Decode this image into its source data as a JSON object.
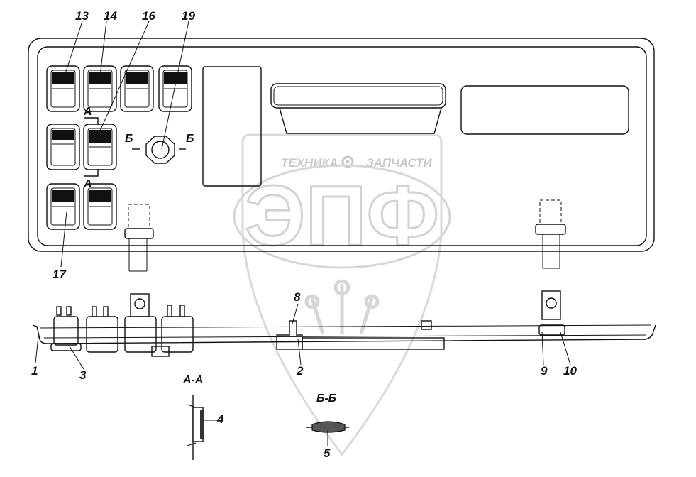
{
  "watermark": {
    "left_word": "ТЕХНИКА",
    "right_word": "ЗАПЧАСТИ",
    "logo_letters": "ЭПФ",
    "gear_icon": "gear-icon"
  },
  "callouts": {
    "n13": "13",
    "n14": "14",
    "n16": "16",
    "n19": "19",
    "n17": "17",
    "n8": "8",
    "n1": "1",
    "n3": "3",
    "n2": "2",
    "n9": "9",
    "n10": "10",
    "n4": "4",
    "n5": "5"
  },
  "section_marks": {
    "a_top": "А",
    "a_bottom": "А",
    "b_left": "Б",
    "b_right": "Б"
  },
  "section_titles": {
    "aa": "А-А",
    "bb": "Б-Б"
  },
  "colors": {
    "line": "#111111",
    "watermark": "#cfcfcf",
    "background": "#ffffff"
  }
}
